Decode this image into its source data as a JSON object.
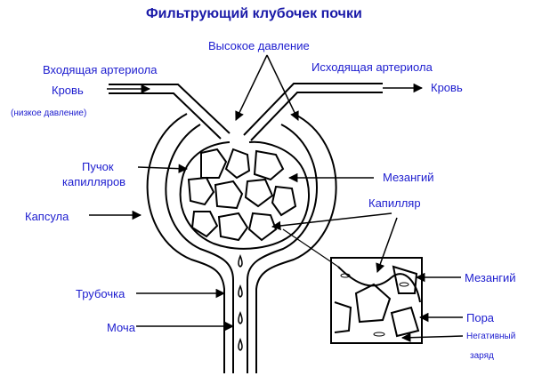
{
  "title": "Фильтрующий клубочек почки",
  "labels": {
    "high_pressure": "Высокое давление",
    "afferent": "Входящая артериола",
    "efferent": "Исходящая артериола",
    "blood_in": "Кровь",
    "blood_out": "Кровь",
    "low_pressure": "(низкое давление)",
    "bundle_line1": "Пучок",
    "bundle_line2": "капилляров",
    "mesangium_main": "Мезангий",
    "capillary": "Капилляр",
    "capsule": "Капсула",
    "tubule": "Трубочка",
    "mesangium_inset": "Мезангий",
    "pore": "Пора",
    "negative_line1": "Негативный",
    "negative_line2": "заряд",
    "urine": "Моча"
  },
  "colors": {
    "text": "#1c1ccf",
    "title": "#1a1aa8",
    "line": "#000000"
  }
}
